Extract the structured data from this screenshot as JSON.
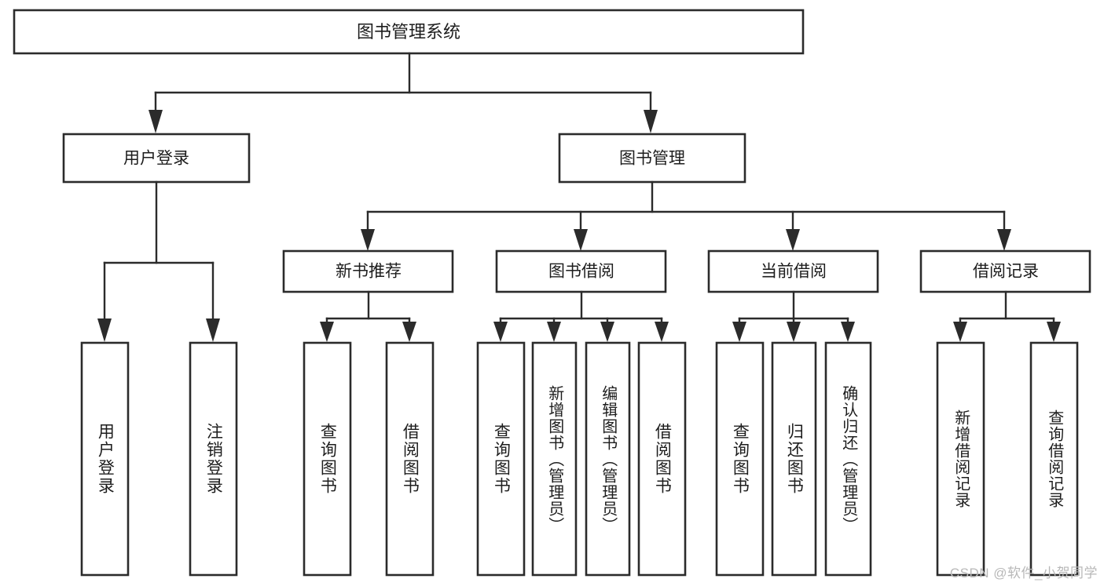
{
  "diagram": {
    "title": "图书管理系统",
    "type": "tree-hierarchy-diagram",
    "watermark": "CSDN @软件_小贺同学",
    "colors": {
      "stroke": "#2b2b2b",
      "fill": "#ffffff",
      "text": "#1d1d1d",
      "watermark": "#b8b8b8"
    },
    "root": {
      "label": "图书管理系统"
    },
    "level2": [
      {
        "label": "用户登录"
      },
      {
        "label": "图书管理"
      }
    ],
    "level3": [
      {
        "label": "新书推荐"
      },
      {
        "label": "图书借阅"
      },
      {
        "label": "当前借阅"
      },
      {
        "label": "借阅记录"
      }
    ],
    "leaves": {
      "user_login": [
        {
          "label": "用户登录"
        },
        {
          "label": "注销登录"
        }
      ],
      "new_book_recommend": [
        {
          "label": "查询图书"
        },
        {
          "label": "借阅图书"
        }
      ],
      "book_borrow": [
        {
          "label": "查询图书"
        },
        {
          "label": "新增图书（管理员）"
        },
        {
          "label": "编辑图书（管理员）"
        },
        {
          "label": "借阅图书"
        }
      ],
      "current_borrow": [
        {
          "label": "查询图书"
        },
        {
          "label": "归还图书"
        },
        {
          "label": "确认归还（管理员）"
        }
      ],
      "borrow_record": [
        {
          "label": "新增借阅记录"
        },
        {
          "label": "查询借阅记录"
        }
      ]
    }
  }
}
